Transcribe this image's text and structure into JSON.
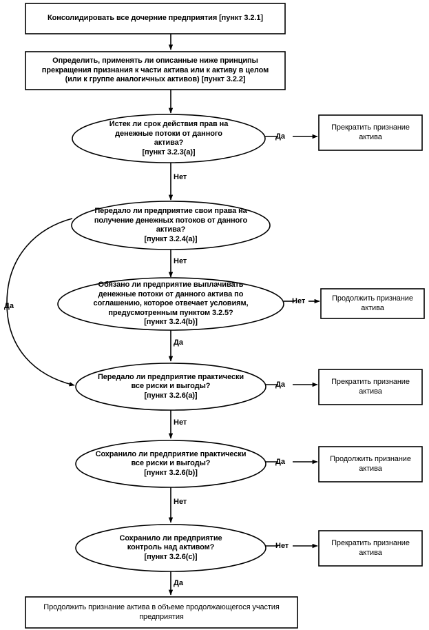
{
  "document": {
    "title": "Схема принятия решения о прекращении признания финансового актива",
    "language": "ru",
    "background_color": "#ffffff",
    "stroke_color": "#000000",
    "text_color": "#000000"
  },
  "nodes": {
    "process_1": {
      "shape": "rectangle",
      "text": "Консолидировать все дочерние предприятия [пункт 3.2.1]"
    },
    "process_2": {
      "shape": "rectangle",
      "text": "Определить, применять ли описанные ниже принципы\nпрекращения признания к части актива или к активу в целом\n(или к группе аналогичных активов) [пункт 3.2.2]"
    },
    "decision_1": {
      "shape": "ellipse",
      "text": "Истек ли срок действия прав на\nденежные потоки от данного\nактива?\n[пункт 3.2.3(a)]",
      "reference": "3.2.3(a)"
    },
    "decision_2": {
      "shape": "ellipse",
      "text": "Передало ли предприятие свои права на\nполучение денежных потоков от данного\nактива?\n[пункт 3.2.4(a)]",
      "reference": "3.2.4(a)"
    },
    "decision_3": {
      "shape": "ellipse",
      "text": "Обязано ли предприятие выплачивать\nденежные потоки от данного актива по\nсоглашению, которое отвечает условиям,\nпредусмотренным пунктом 3.2.5?\n[пункт 3.2.4(b)]",
      "reference": "3.2.4(b)"
    },
    "decision_4": {
      "shape": "ellipse",
      "text": "Передало ли предприятие практически\nвсе риски и выгоды?\n[пункт 3.2.6(a)]",
      "reference": "3.2.6(a)"
    },
    "decision_5": {
      "shape": "ellipse",
      "text": "Сохранило ли предприятие практически\nвсе риски и выгоды?\n[пункт 3.2.6(b)]",
      "reference": "3.2.6(b)"
    },
    "decision_6": {
      "shape": "ellipse",
      "text": "Сохранило ли предприятие\nконтроль над активом?\n[пункт 3.2.6(c)]",
      "reference": "3.2.6(c)"
    },
    "terminal_1": {
      "shape": "rectangle",
      "text": "Прекратить признание\nактива"
    },
    "terminal_2": {
      "shape": "rectangle",
      "text": "Продолжить признание\nактива"
    },
    "terminal_3": {
      "shape": "rectangle",
      "text": "Прекратить признание\nактива"
    },
    "terminal_4": {
      "shape": "rectangle",
      "text": "Продолжить признание\nактива"
    },
    "terminal_5": {
      "shape": "rectangle",
      "text": "Прекратить признание\nактива"
    },
    "terminal_6": {
      "shape": "rectangle",
      "text": "Продолжить признание актива в объеме продолжающегося участия\nпредприятия"
    }
  },
  "edge_labels": {
    "d1_yes": "Да",
    "d1_no": "Нет",
    "d2_no": "Нет",
    "d2_yes_loop": "Да",
    "d3_no": "Нет",
    "d3_yes": "Да",
    "d4_yes": "Да",
    "d4_no": "Нет",
    "d5_yes": "Да",
    "d5_no": "Нет",
    "d6_no": "Нет",
    "d6_yes": "Да"
  }
}
